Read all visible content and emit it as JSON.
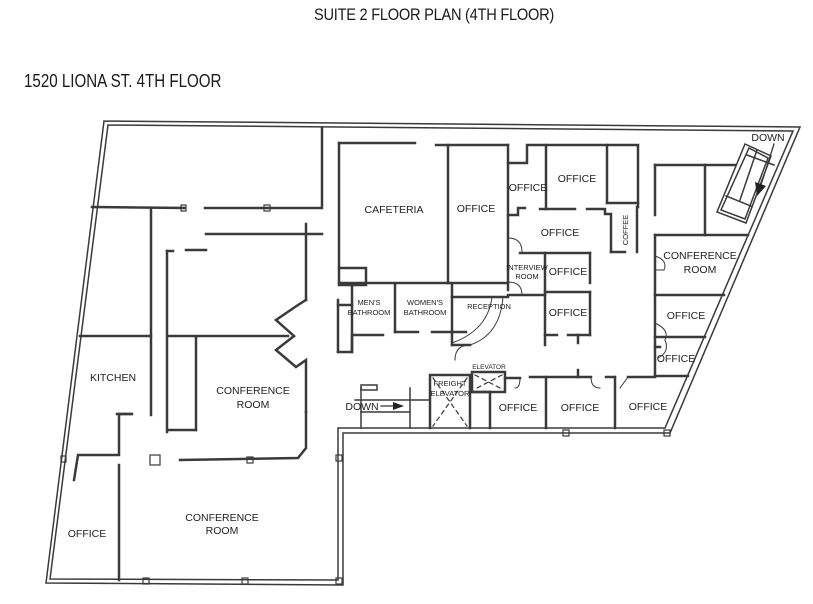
{
  "header": {
    "title": "SUITE 2 FLOOR PLAN (4TH FLOOR)",
    "address": "1520 LIONA ST. 4TH FLOOR"
  },
  "rooms": {
    "cafeteria": "CAFETERIA",
    "office_center": "OFFICE",
    "office_small_top": "OFFICE",
    "office_top": "OFFICE",
    "office_mid": "OFFICE",
    "coffee": "COFFEE",
    "interview_1": "INTERVIEW",
    "interview_2": "ROOM",
    "office_interview": "OFFICE",
    "office_lower_mid": "OFFICE",
    "conf_right_1": "CONFERENCE",
    "conf_right_2": "ROOM",
    "office_right_1": "OFFICE",
    "office_right_2": "OFFICE",
    "mens_1": "MEN'S",
    "mens_2": "BATHROOM",
    "womens_1": "WOMEN'S",
    "womens_2": "BATHROOM",
    "reception": "RECEPTION",
    "elevator": "ELEVATOR",
    "freight_1": "FREIGHT",
    "freight_2": "ELEVATOR",
    "down_stairs_center": "DOWN",
    "down_stairs_right": "DOWN",
    "office_bottom_1": "OFFICE",
    "office_bottom_2": "OFFICE",
    "office_bottom_3": "OFFICE",
    "kitchen": "KITCHEN",
    "conf_center_1": "CONFERENCE",
    "conf_center_2": "ROOM",
    "conf_bottom_1": "CONFERENCE",
    "conf_bottom_2": "ROOM",
    "office_bottom_left": "OFFICE"
  },
  "colors": {
    "wall": "#3a3a3a",
    "wall_fill": "#7a7a7a",
    "background": "#ffffff",
    "text": "#222222"
  }
}
